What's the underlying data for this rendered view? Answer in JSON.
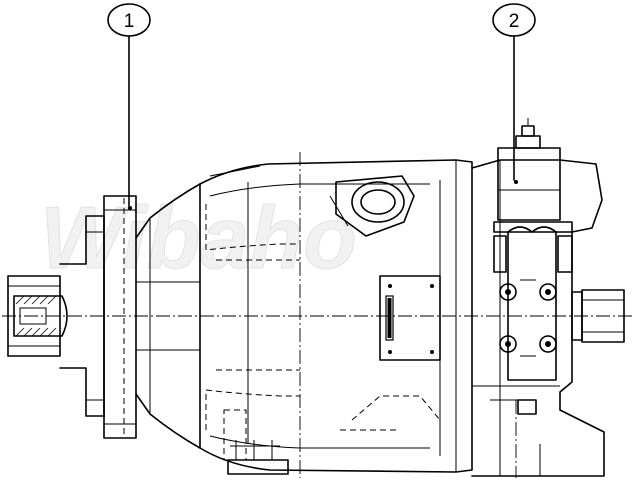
{
  "drawing": {
    "watermark": "Wibaho",
    "callouts": [
      {
        "number": "1",
        "part": "mounting-flange"
      },
      {
        "number": "2",
        "part": "control-valve"
      }
    ]
  }
}
